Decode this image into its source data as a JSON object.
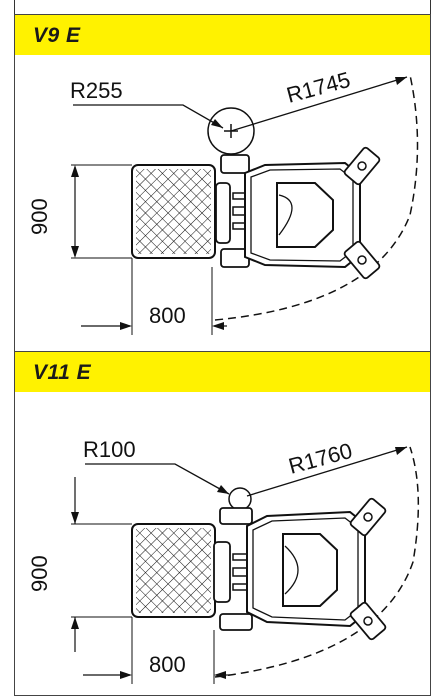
{
  "panels": [
    {
      "title": "V9 E",
      "inner_radius": "R255",
      "outer_radius": "R1745",
      "width": "900",
      "length": "800"
    },
    {
      "title": "V11 E",
      "inner_radius": "R100",
      "outer_radius": "R1760",
      "width": "900",
      "length": "800"
    }
  ],
  "colors": {
    "header": "#fff200",
    "line": "#1a1a1a"
  }
}
